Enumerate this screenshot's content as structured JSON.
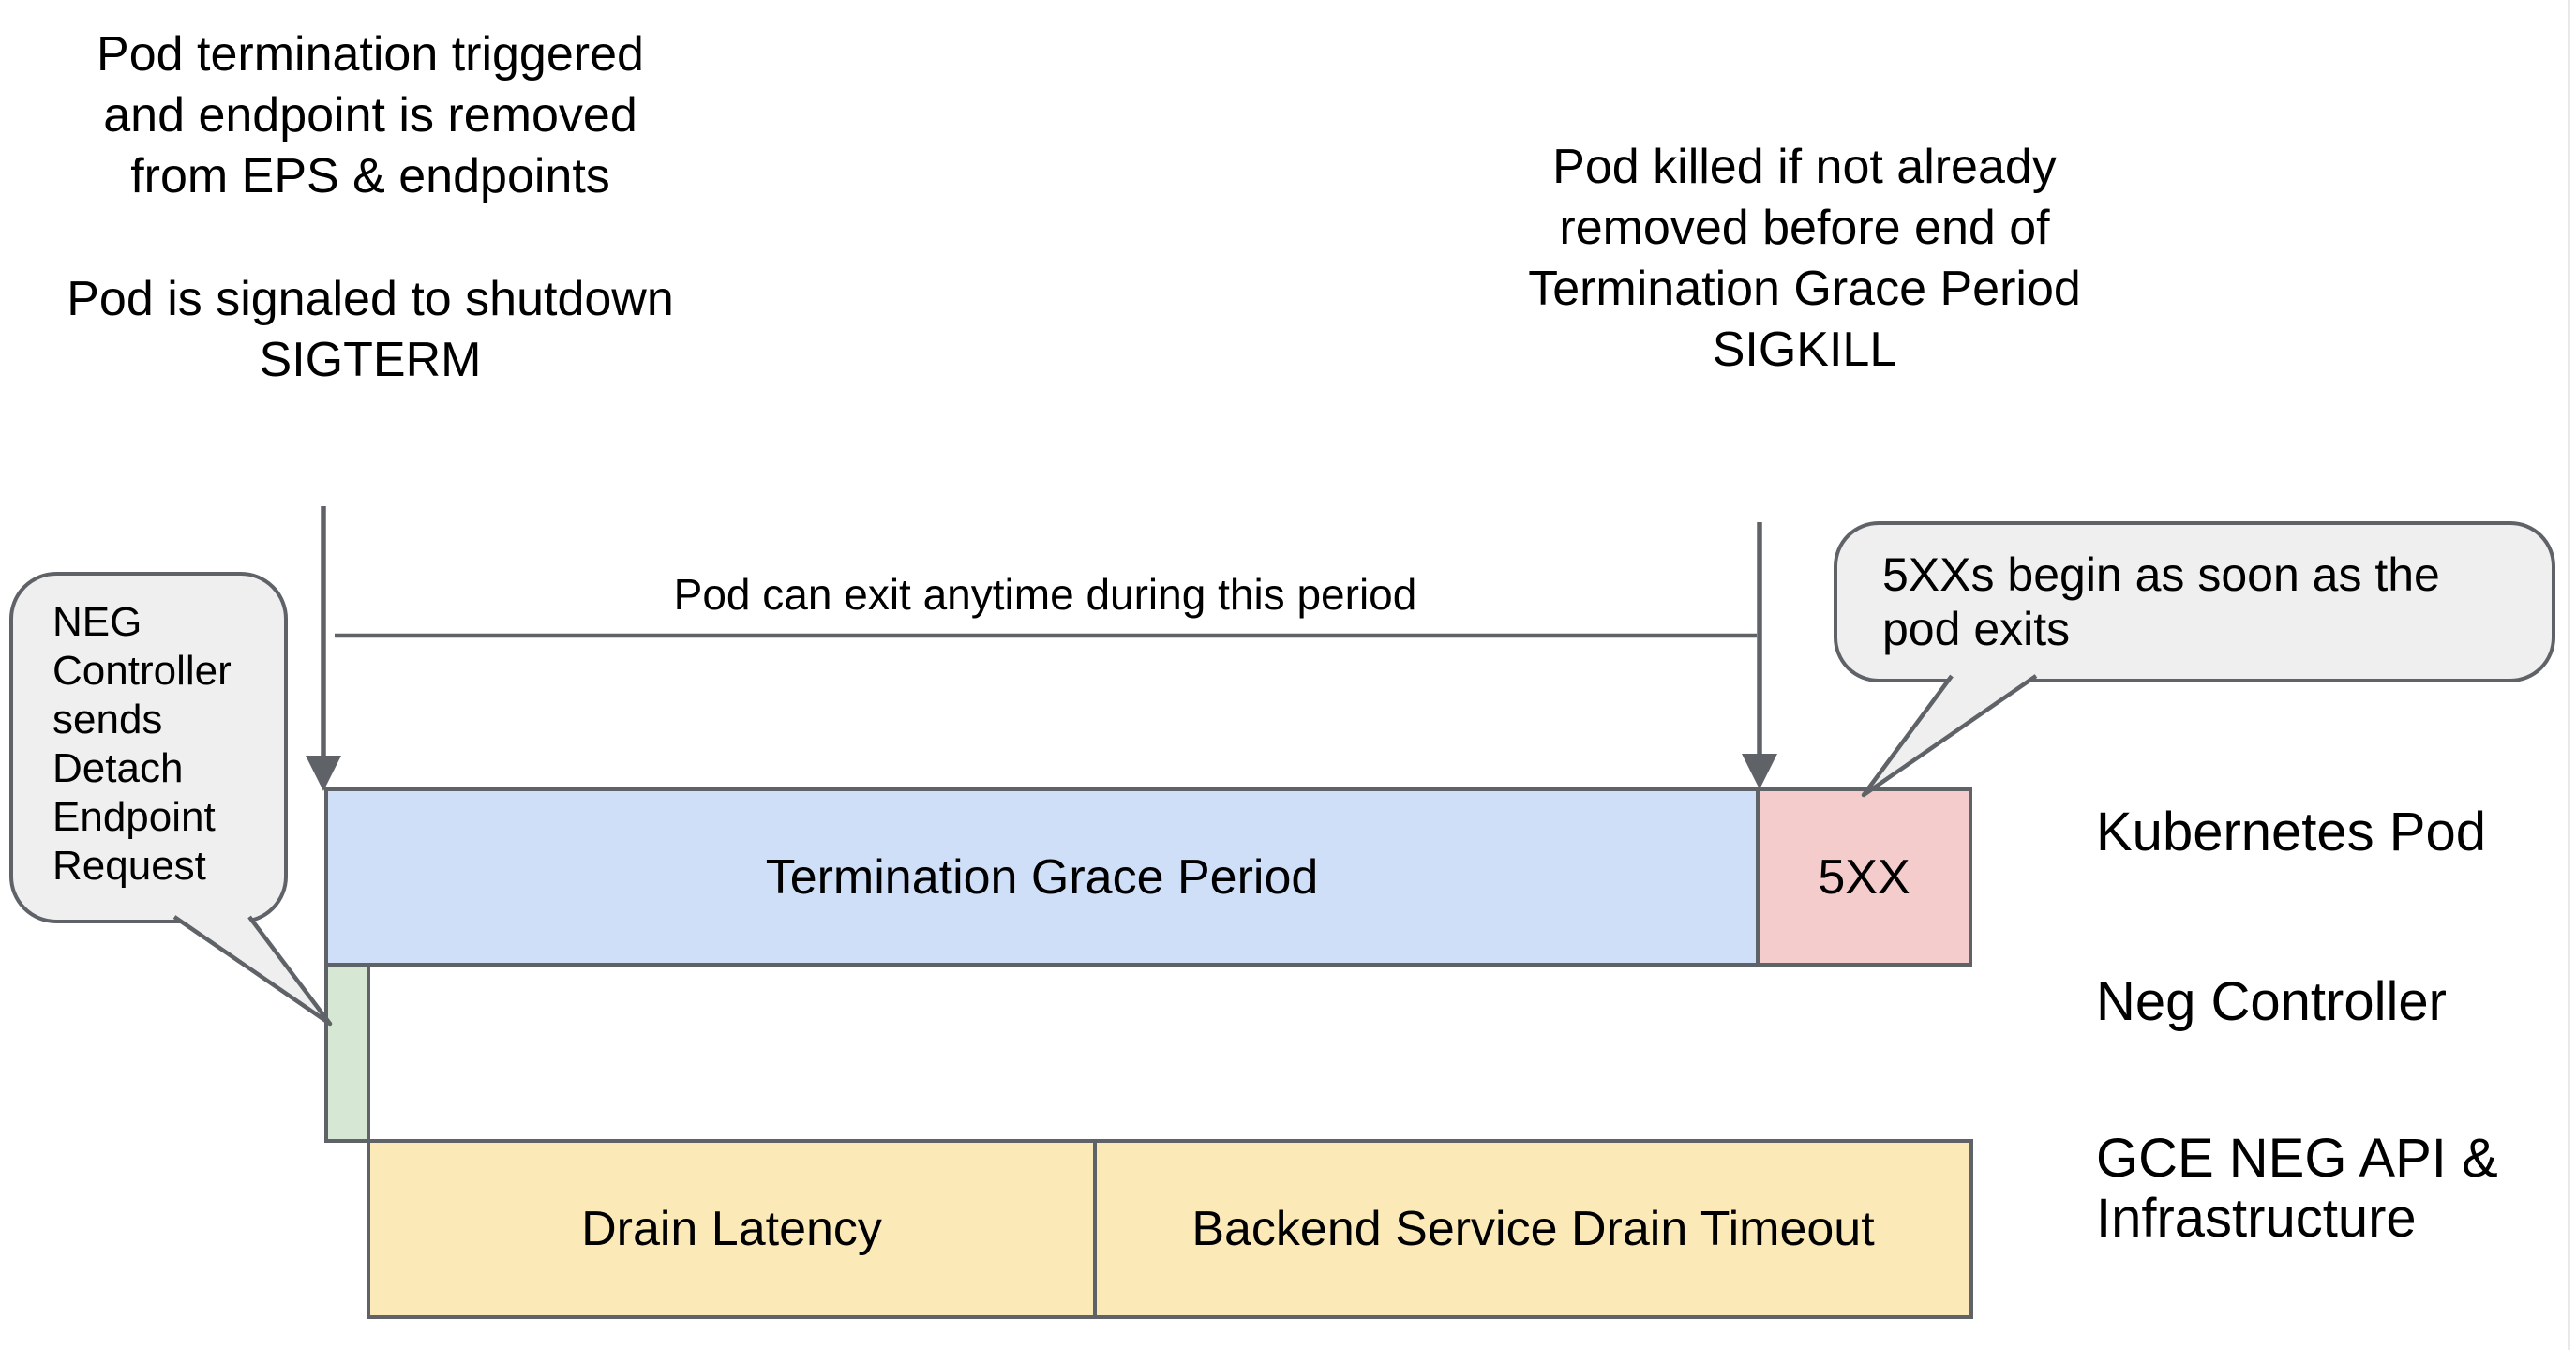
{
  "annotations": {
    "top_left_para1": "Pod termination triggered\nand endpoint is removed\nfrom EPS & endpoints",
    "top_left_para2": "Pod is signaled to shutdown\nSIGTERM",
    "top_right": "Pod killed if not already\nremoved before end of\nTermination Grace Period\nSIGKILL",
    "period_note": "Pod can exit anytime during this period"
  },
  "callouts": {
    "neg_controller": "NEG\nController\nsends\nDetach\nEndpoint\nRequest",
    "errors_begin": "5XXs begin as soon as the\npod exits"
  },
  "timeline": {
    "grace_period_label": "Termination Grace Period",
    "error_label": "5XX",
    "drain_latency_label": "Drain Latency",
    "backend_drain_label": "Backend Service Drain Timeout"
  },
  "row_labels": {
    "kubernetes_pod": "Kubernetes Pod",
    "neg_controller": "Neg Controller",
    "gce": "GCE NEG API &\nInfrastructure"
  },
  "colors": {
    "grace_fill": "#cfdff8",
    "error_fill": "#f4cccc",
    "neg_fill": "#d6e8d4",
    "gce_fill": "#fbe9b8",
    "callout_fill": "#efefef",
    "stroke": "#5f6368"
  }
}
